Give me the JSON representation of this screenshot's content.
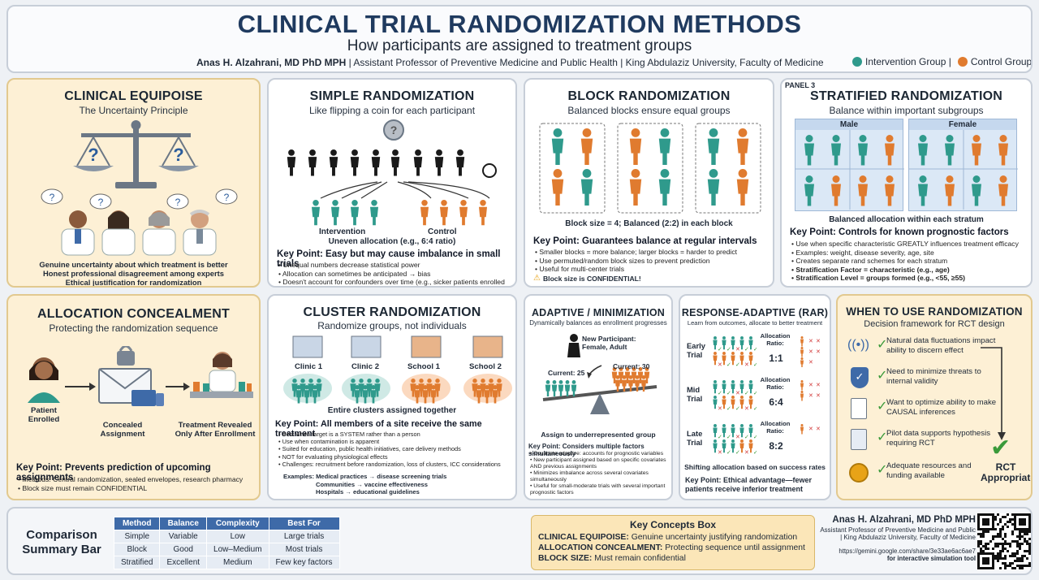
{
  "header": {
    "title": "CLINICAL TRIAL RANDOMIZATION METHODS",
    "subtitle": "How participants are assigned to treatment groups",
    "author": "Anas H. Alzahrani, MD PhD MPH",
    "affiliation": " | Assistant Professor of Preventive Medicine and Public Health | King Abdulaziz University, Faculty of Medicine",
    "legend_intervention": "Intervention Group |",
    "legend_control": "Control Group",
    "colors": {
      "intervention": "#2f9a8c",
      "control": "#e07b2f",
      "title": "#1f3a5f"
    }
  },
  "equipoise": {
    "title": "CLINICAL EQUIPOISE",
    "subtitle": "The Uncertainty Principle",
    "lines": [
      "Genuine uncertainty about which treatment is better",
      "Honest professional disagreement among experts",
      "Ethical justification for randomization"
    ]
  },
  "simple": {
    "title": "SIMPLE RANDOMIZATION",
    "subtitle": "Like flipping a coin for each participant",
    "intervention_label": "Intervention",
    "control_label": "Control",
    "uneven_label": "Uneven allocation (e.g., 6:4 ratio)",
    "key_point": "Key Point: Easy but may cause imbalance in small trials",
    "bullets": [
      "Unequal numbers decrease statistical power",
      "Allocation can sometimes be anticipated → bias",
      "Doesn't account for confounders over time (e.g., sicker patients enrolled later)"
    ]
  },
  "block": {
    "title": "BLOCK RANDOMIZATION",
    "subtitle": "Balanced blocks ensure equal groups",
    "block_label": "Block size = 4; Balanced (2:2) in each block",
    "key_point": "Key Point: Guarantees balance at regular intervals",
    "bullets": [
      "Smaller blocks = more balance; larger blocks = harder to predict",
      "Use permuted/random block sizes to prevent prediction",
      "Useful for multi-center trials"
    ],
    "warning": "Block size is CONFIDENTIAL!"
  },
  "stratified": {
    "panel_label": "PANEL 3",
    "title": "STRATIFIED RANDOMIZATION",
    "subtitle": "Balance within important subgroups",
    "male_label": "Male",
    "female_label": "Female",
    "balanced_label": "Balanced allocation within each stratum",
    "key_point": "Key Point: Controls for known prognostic factors",
    "bullets": [
      "Use when specific characteristic GREATLY influences treatment efficacy",
      "Examples: weight, disease severity, age, site",
      "Creates separate rand schemes for each stratum",
      "Stratification Factor = characteristic (e.g., age)",
      "Stratification Level = groups formed (e.g., <55, ≥55)"
    ]
  },
  "concealment": {
    "title": "ALLOCATION CONCEALMENT",
    "subtitle": "Protecting the randomization sequence",
    "patient_label": "Patient Enrolled",
    "concealed_label": "Concealed Assignment",
    "revealed_label": "Treatment Revealed Only After Enrollment",
    "key_point": "Key Point: Prevents prediction of upcoming assignments",
    "bullets": [
      "Methods: Central randomization, sealed envelopes, research pharmacy",
      "Block size must remain CONFIDENTIAL"
    ]
  },
  "cluster": {
    "title": "CLUSTER RANDOMIZATION",
    "subtitle": "Randomize groups, not individuals",
    "sites": [
      "Clinic 1",
      "Clinic 2",
      "School 1",
      "School 2"
    ],
    "assigned_label": "Entire clusters assigned together",
    "key_point": "Key Point: All members of a site receive the same treatment",
    "bullets": [
      "Best when target is a SYSTEM rather than a person",
      "Use when contamination is apparent",
      "Suited for education, public health initiatives, care delivery methods",
      "NOT for evaluating physiological effects",
      "Challenges: recruitment before randomization, loss of clusters, ICC considerations"
    ],
    "examples_title": "Examples: Medical practices → disease screening trials",
    "examples": [
      "Communities → vaccine effectiveness",
      "Hospitals → educational guidelines"
    ]
  },
  "adaptive": {
    "title": "ADAPTIVE / MINIMIZATION",
    "subtitle": "Dynamically balances as enrollment progresses",
    "new_participant": "New Participant: Female, Adult",
    "current_left": "Current: 25",
    "current_right": "Current: 30",
    "assign_label": "Assign to underrepresented group",
    "key_point": "Key Point: Considers multiple factors simultaneously",
    "bullets": [
      "Covariate adaptive: accounts for prognostic variables",
      "New participant assigned based on specific covariates AND previous assignments",
      "Minimizes imbalance across several covariates simultaneously",
      "Useful for small-moderate trials with several important prognostic factors"
    ]
  },
  "rar": {
    "title": "RESPONSE-ADAPTIVE (RAR)",
    "subtitle": "Learn from outcomes, allocate to better treatment",
    "stages": [
      {
        "name": "Early Trial",
        "ratio_label": "Allocation Ratio:",
        "ratio": "1:1"
      },
      {
        "name": "Mid Trial",
        "ratio_label": "Allocation Ratio:",
        "ratio": "6:4"
      },
      {
        "name": "Late Trial",
        "ratio_label": "Allocation Ratio:",
        "ratio": "8:2"
      }
    ],
    "shift_label": "Shifting allocation based on success rates",
    "key_point": "Key Point: Ethical advantage—fewer patients receive inferior treatment"
  },
  "when": {
    "title": "WHEN TO USE RANDOMIZATION",
    "subtitle": "Decision framework for RCT design",
    "items": [
      "Natural data fluctuations impact ability to discern effect",
      "Need to minimize threats to internal validity",
      "Want to optimize ability to make CAUSAL inferences",
      "Pilot data supports hypothesis requiring RCT",
      "Adequate resources and funding available"
    ],
    "result": "RCT Appropriate"
  },
  "comparison": {
    "label": "Comparison Summary Bar",
    "headers": [
      "Method",
      "Balance",
      "Complexity",
      "Best For"
    ],
    "rows": [
      [
        "Simple",
        "Variable",
        "Low",
        "Large trials"
      ],
      [
        "Block",
        "Good",
        "Low–Medium",
        "Most trials"
      ],
      [
        "Stratified",
        "Excellent",
        "Medium",
        "Few key factors"
      ]
    ]
  },
  "concepts": {
    "title": "Key Concepts Box",
    "lines": [
      {
        "term": "CLINICAL EQUIPOISE:",
        "def": " Genuine uncertainty justifying randomization"
      },
      {
        "term": "ALLOCATION CONCEALMENT:",
        "def": " Protecting sequence until assignment"
      },
      {
        "term": "BLOCK SIZE:",
        "def": " Must remain confidential"
      }
    ]
  },
  "footer": {
    "author": "Anas H. Alzahrani, MD PhD MPH",
    "affiliation1": "Assistant Professor of Preventive Medicine and Public",
    "affiliation2": "| King Abdulaziz University, Faculty of Medicine",
    "url": "https://gemini.google.com/share/3e33ae6ac6ae7",
    "url_note": "for interactive simulation tool"
  }
}
